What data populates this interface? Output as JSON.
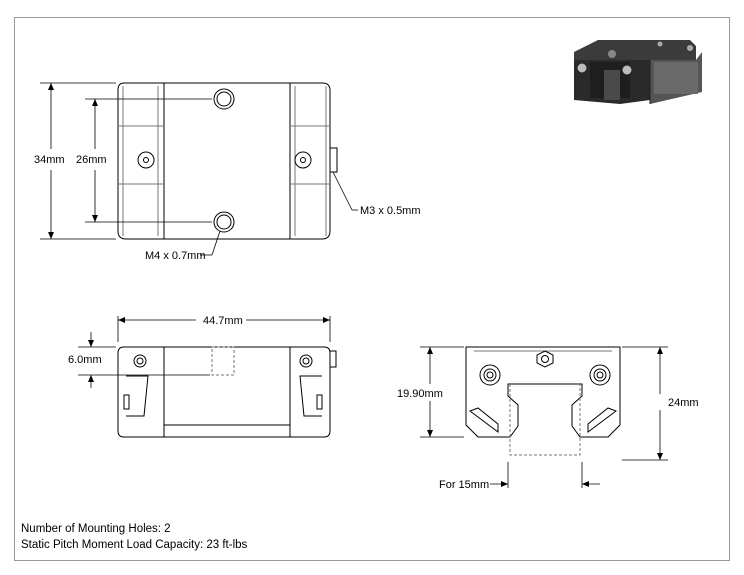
{
  "dimensions": {
    "height_overall": "34mm",
    "mounting_spacing": "26mm",
    "end_screw": "M3 x 0.5mm",
    "mount_thread": "M4 x 0.7mm",
    "length": "44.7mm",
    "hole_offset": "6.0mm",
    "body_height": "19.90mm",
    "width": "24mm",
    "rail_size": "For 15mm"
  },
  "notes": {
    "mounting_holes": "Number of Mounting Holes: 2",
    "moment_load": "Static Pitch Moment Load Capacity: 23 ft-lbs"
  }
}
